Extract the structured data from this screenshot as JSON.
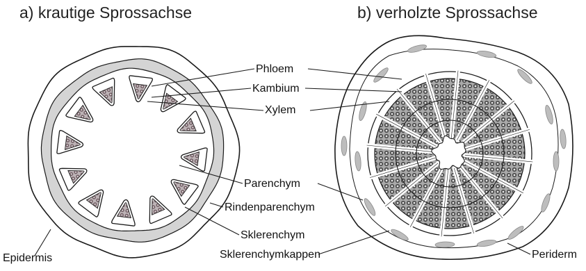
{
  "titles": {
    "a": "a) krautige Sprossachse",
    "b": "b) verholzte Sprossachse"
  },
  "labels": {
    "phloem": "Phloem",
    "kambium": "Kambium",
    "xylem": "Xylem",
    "parenchym": "Parenchym",
    "rindenparenchym": "Rindenparenchym",
    "sklerenchym": "Sklerenchym",
    "sklerenchymkappen": "Sklerenchymkappen",
    "epidermis": "Epidermis",
    "periderm": "Periderm"
  },
  "colors": {
    "line": "#1a1a1a",
    "cortex_shade": "#d4d4d4",
    "xylem_fill": "#9a7a82",
    "wood_fill": "#8c8c8c",
    "sclerenchyma_cap": "#bdbdbd"
  }
}
